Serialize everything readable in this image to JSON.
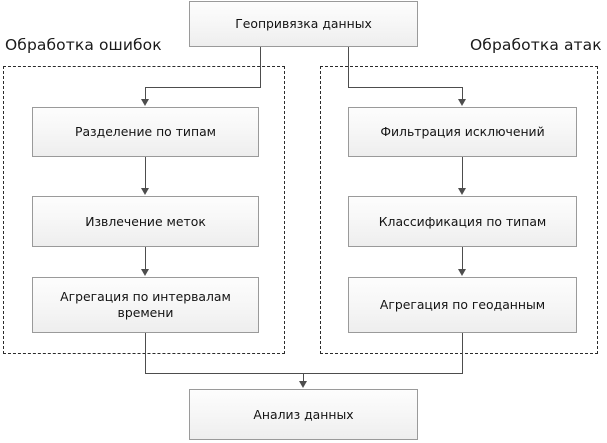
{
  "diagram": {
    "title_node": {
      "label": "Геопривязка данных"
    },
    "groups": [
      {
        "name": "error-processing",
        "label": "Обработка ошибок"
      },
      {
        "name": "attack-processing",
        "label": "Обработка атак"
      }
    ],
    "left_branch": {
      "nodes": [
        {
          "label": "Разделение по типам"
        },
        {
          "label": "Извлечение меток"
        },
        {
          "label": "Агрегация по интервалам времени"
        }
      ]
    },
    "right_branch": {
      "nodes": [
        {
          "label": "Фильтрация исключений"
        },
        {
          "label": "Классификация по типам"
        },
        {
          "label": "Агрегация по геоданным"
        }
      ]
    },
    "final_node": {
      "label": "Анализ данных"
    },
    "colors": {
      "node_border": "#9a9a9a",
      "node_fill_top": "#fdfdfd",
      "node_fill_bottom": "#eeeeee",
      "connector": "#4d4d4d",
      "group_border": "#2b2b2b",
      "text": "#131313",
      "background": "#ffffff"
    }
  }
}
